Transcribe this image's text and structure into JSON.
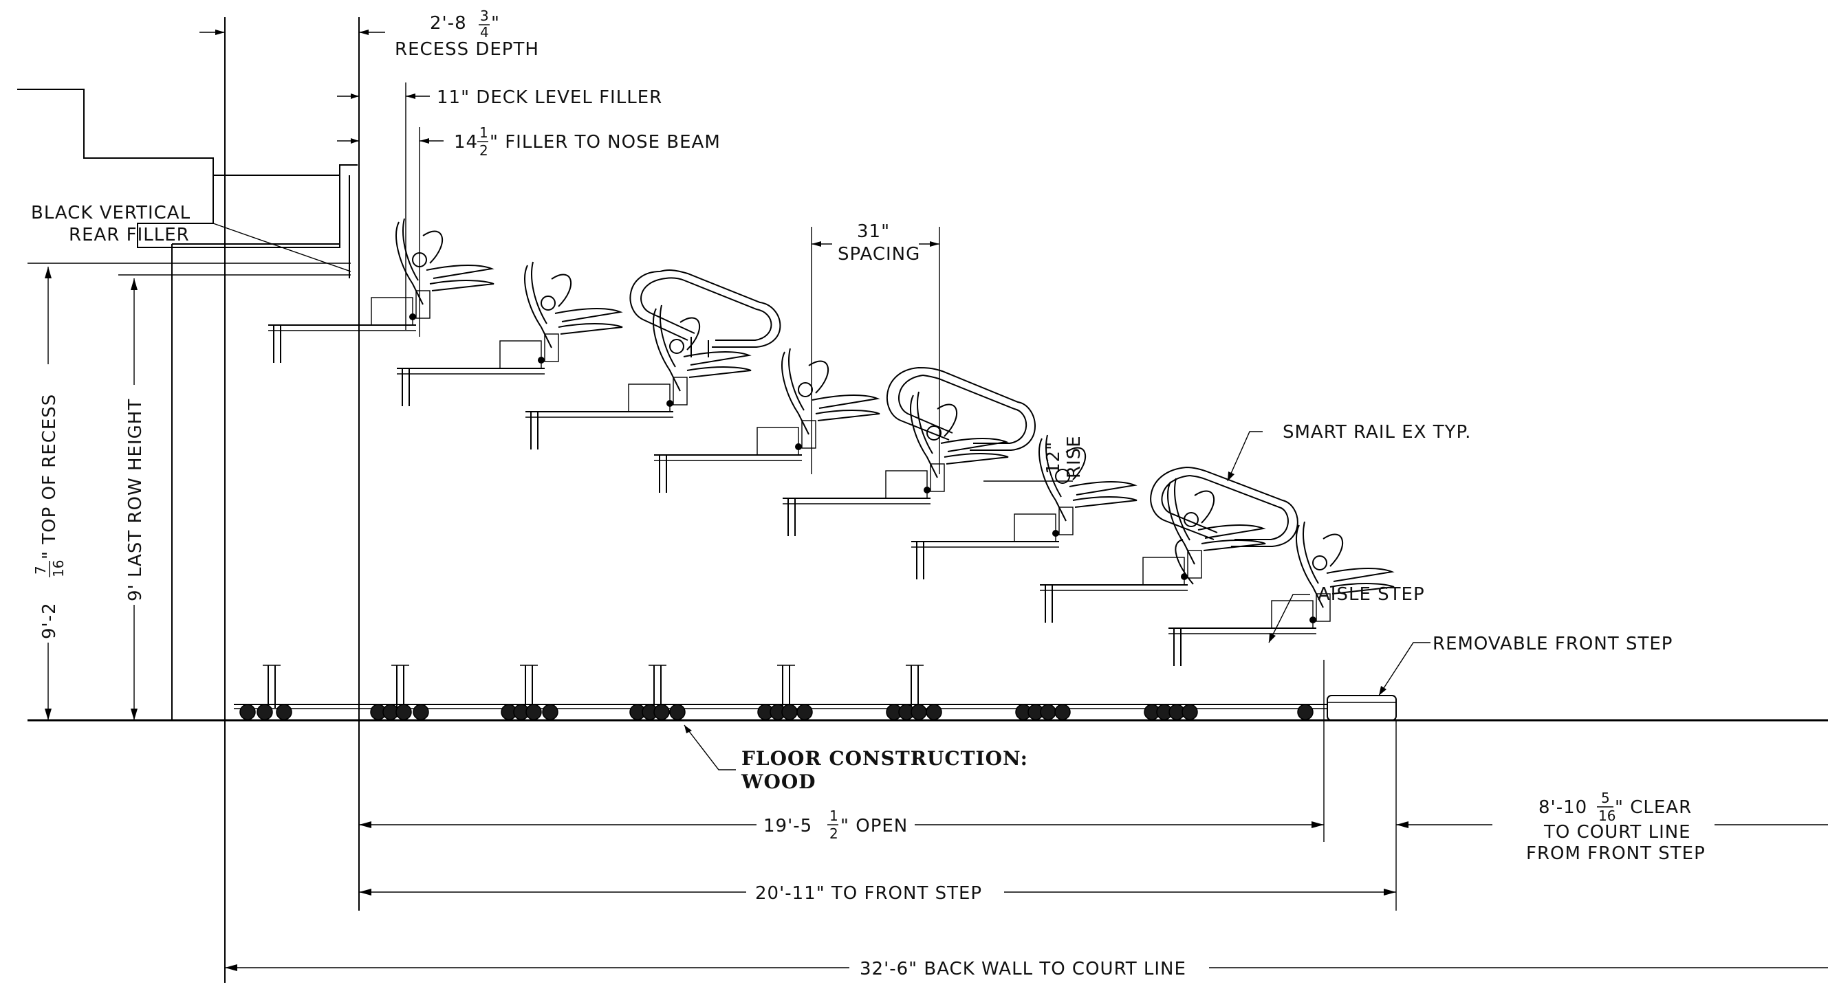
{
  "labels": {
    "recess_depth_dim": "2'-8",
    "recess_depth_frac_num": "3",
    "recess_depth_frac_den": "4",
    "recess_depth_text": "RECESS DEPTH",
    "deck_filler": "11\" DECK LEVEL FILLER",
    "nose_filler_a": "14",
    "nose_filler_num": "1",
    "nose_filler_den": "2",
    "nose_filler_b": "\" FILLER TO NOSE BEAM",
    "black_vertical_1": "BLACK VERTICAL",
    "black_vertical_2": "REAR FILLER",
    "spacing_dim": "31\"",
    "spacing_text": "SPACING",
    "rise_dim": "12\"",
    "rise_text": "RISE",
    "smart_rail": "SMART RAIL EX TYP.",
    "aisle_step": "AISLE STEP",
    "removable_front_step": "REMOVABLE FRONT STEP",
    "floor_construction_1": "FLOOR CONSTRUCTION:",
    "floor_construction_2": "WOOD",
    "open_dim_a": "19'-5",
    "open_dim_num": "1",
    "open_dim_den": "2",
    "open_dim_b": "\" OPEN",
    "front_step_dim": "20'-11\" TO FRONT STEP",
    "clear_dim_a": "8'-10",
    "clear_dim_num": "5",
    "clear_dim_den": "16",
    "clear_dim_b": "\" CLEAR",
    "clear_line_2": "TO COURT LINE",
    "clear_line_3": "FROM FRONT STEP",
    "back_wall_dim": "32'-6\" BACK WALL TO COURT LINE",
    "top_recess_a": "9'-2",
    "top_recess_num": "7",
    "top_recess_den": "16",
    "top_recess_b": "\" TOP OF RECESS",
    "last_row": "9' LAST ROW HEIGHT"
  }
}
